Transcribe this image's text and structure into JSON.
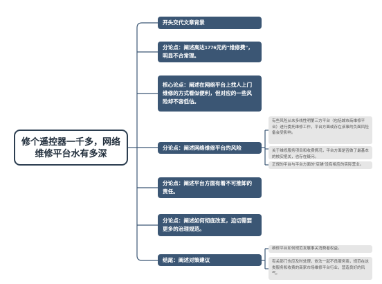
{
  "central_topic": "修个遥控器一千多，网络维修平台水有多深",
  "branches": [
    {
      "label": "开头交代文章背景",
      "details": []
    },
    {
      "label": "分论点：阐述高达1776元的“维修费”，明显不合常理。",
      "details": []
    },
    {
      "label": "核心论点：阐述在网络平台上找人上门维修的方式看似便利，但对应的一些风险却不容低估。",
      "details": []
    },
    {
      "label": "分论点：阐述网络维修平台的风险",
      "details": [
        "有些风险从未多线性明第三方平台（包括城市商维修平台）进行委托维修工作，平台方面或存在该事的负面风险备会受影响。",
        "关于维修服务项目和收费情况，平台方面是否做了最基本的核实把关，也存在疑问。",
        "正规的平台与平台方面的“店铺”没有相应的实际营业。"
      ]
    },
    {
      "label": "分论点：阐述平台方面有着不可推卸的责任。",
      "details": []
    },
    {
      "label": "分论点：阐述如何彻底改变，迫切需要更多的治理规范。",
      "details": []
    },
    {
      "label": "结尾：阐述对策建议",
      "details": [
        "维修平台如何规范发展事关消费者权益。",
        "有关部门也应及时处理，依法一起不良服务商，规范在这类服务和收费的商家市场维修平台行业，营造良好的风气。"
      ]
    }
  ],
  "colors": {
    "branch_fill": "#3b5674",
    "detail_fill": "#e6e6e6",
    "connector": "#3b5674",
    "central_border": "#2c3e50"
  }
}
